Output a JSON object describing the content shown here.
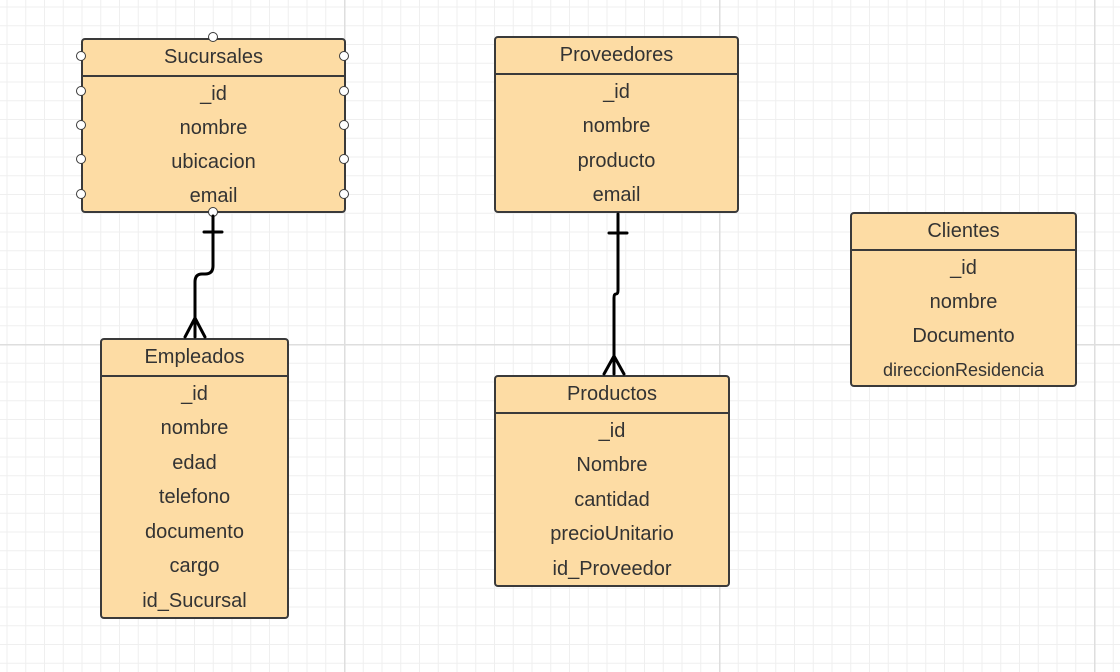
{
  "diagram": {
    "entities": [
      {
        "id": "sucursales",
        "title": "Sucursales",
        "fields": [
          "_id",
          "nombre",
          "ubicacion",
          "email"
        ]
      },
      {
        "id": "proveedores",
        "title": "Proveedores",
        "fields": [
          "_id",
          "nombre",
          "producto",
          "email"
        ]
      },
      {
        "id": "clientes",
        "title": "Clientes",
        "fields": [
          "_id",
          "nombre",
          "Documento",
          "direccionResidencia"
        ]
      },
      {
        "id": "empleados",
        "title": "Empleados",
        "fields": [
          "_id",
          "nombre",
          "edad",
          "telefono",
          "documento",
          "cargo",
          "id_Sucursal"
        ]
      },
      {
        "id": "productos",
        "title": "Productos",
        "fields": [
          "_id",
          "Nombre",
          "cantidad",
          "precioUnitario",
          "id_Proveedor"
        ]
      }
    ],
    "relationships": [
      {
        "from": "sucursales",
        "to": "empleados",
        "from_cardinality": "one",
        "to_cardinality": "many"
      },
      {
        "from": "proveedores",
        "to": "productos",
        "from_cardinality": "one",
        "to_cardinality": "many"
      }
    ],
    "colors": {
      "entity_fill": "#fddca4",
      "entity_border": "#3a3a3a",
      "text": "#333333",
      "grid_minor": "#efefef",
      "grid_major": "#dedede",
      "link": "#000000"
    }
  }
}
